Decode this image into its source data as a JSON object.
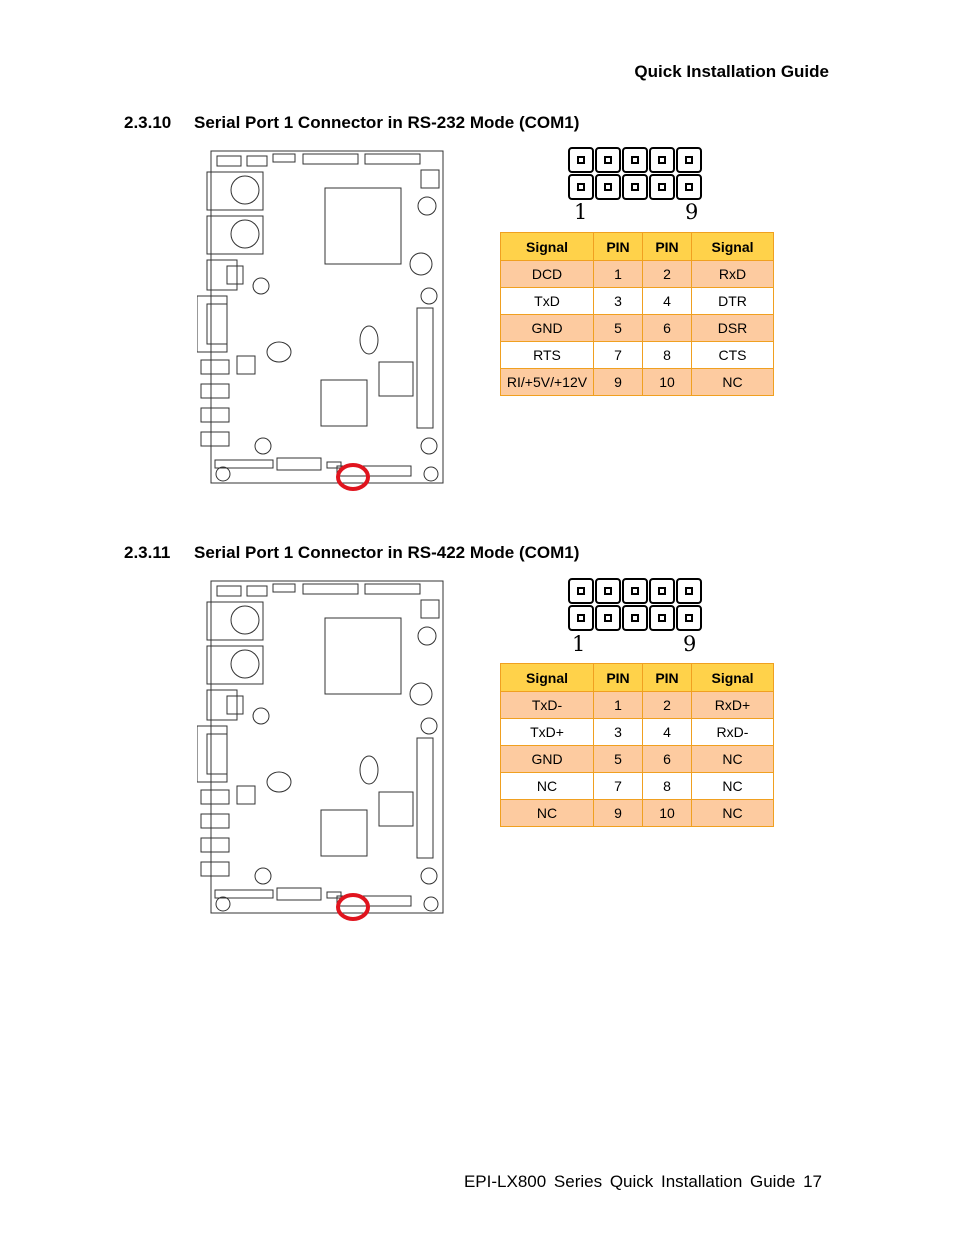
{
  "header": {
    "title": "Quick Installation Guide"
  },
  "sections": [
    {
      "number": "2.3.10",
      "title": "Serial Port 1 Connector in RS-232 Mode (COM1)",
      "pin_labels": {
        "first": "1",
        "last": "9"
      },
      "table": {
        "headers": [
          "Signal",
          "PIN",
          "PIN",
          "Signal"
        ],
        "rows": [
          [
            "DCD",
            "1",
            "2",
            "RxD"
          ],
          [
            "TxD",
            "3",
            "4",
            "DTR"
          ],
          [
            "GND",
            "5",
            "6",
            "DSR"
          ],
          [
            "RTS",
            "7",
            "8",
            "CTS"
          ],
          [
            "RI/+5V/+12V",
            "9",
            "10",
            "NC"
          ]
        ]
      }
    },
    {
      "number": "2.3.11",
      "title": "Serial Port 1 Connector in RS-422 Mode (COM1)",
      "pin_labels": {
        "first": "1",
        "last": "9"
      },
      "table": {
        "headers": [
          "Signal",
          "PIN",
          "PIN",
          "Signal"
        ],
        "rows": [
          [
            "TxD-",
            "1",
            "2",
            "RxD+"
          ],
          [
            "TxD+",
            "3",
            "4",
            "RxD-"
          ],
          [
            "GND",
            "5",
            "6",
            "NC"
          ],
          [
            "NC",
            "7",
            "8",
            "NC"
          ],
          [
            "NC",
            "9",
            "10",
            "NC"
          ]
        ]
      }
    }
  ],
  "colors": {
    "header_fill": "#ffd24a",
    "odd_row_fill": "#fdcba0",
    "border": "#f0a020",
    "highlight_circle": "#e0141e"
  },
  "footer": {
    "text": "EPI-LX800 Series Quick Installation Guide 17"
  }
}
